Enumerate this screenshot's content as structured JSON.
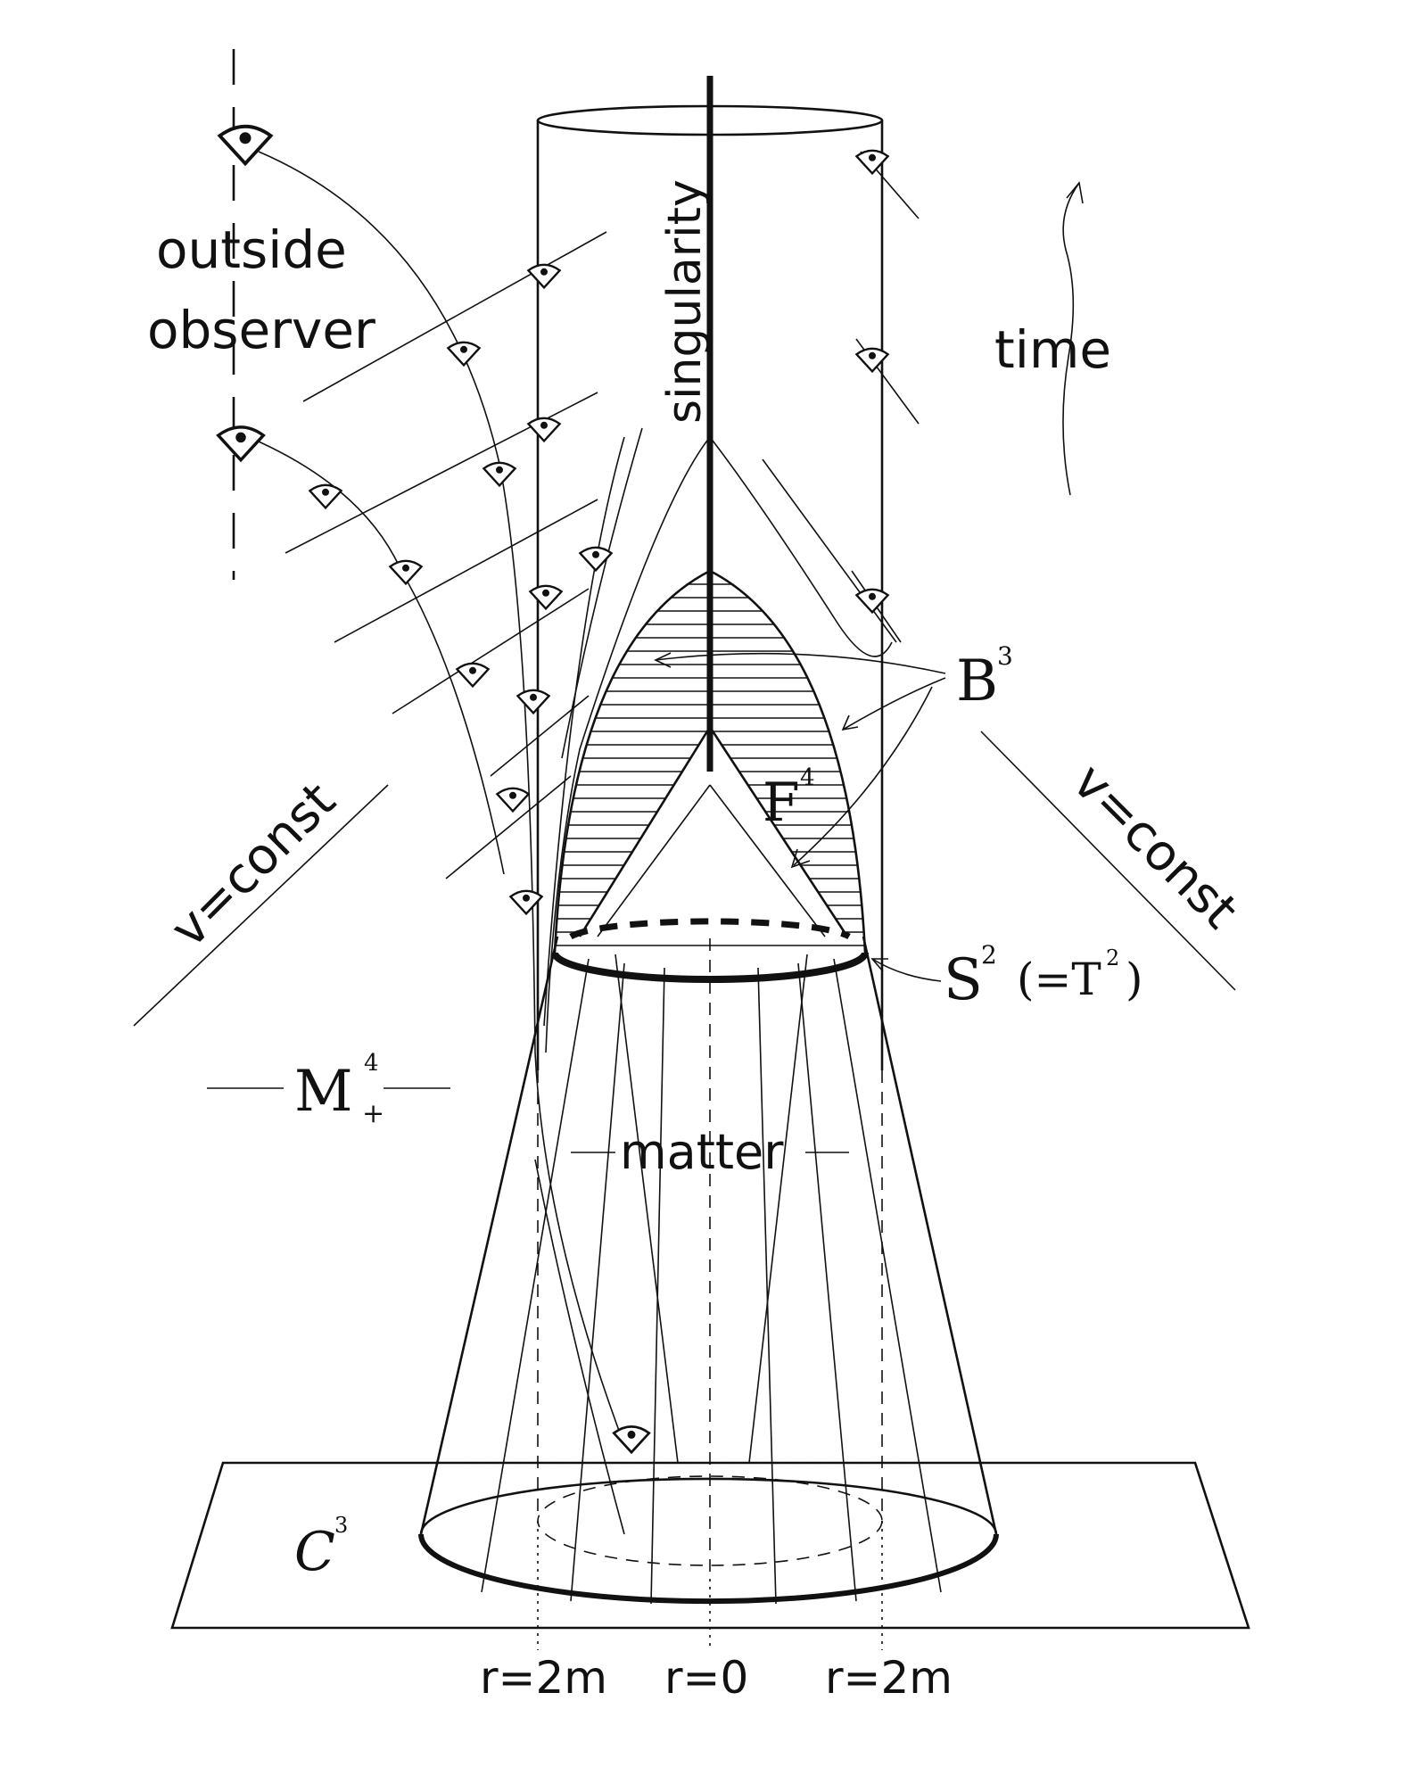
{
  "labels": {
    "outside": "outside",
    "observer": "observer",
    "singularity": "singularity",
    "time": "time",
    "b3": "B",
    "b3_sup": "3",
    "f4": "F",
    "f4_sup": "4",
    "v_const_left": "v=const",
    "v_const_right": "v=const",
    "s2": "S",
    "s2_sup": "2",
    "t2_paren": "(=T",
    "t2_sup": "2",
    "t2_close": ")",
    "m4": "M",
    "m4_sup": "4",
    "m4_sub": "+",
    "matter": "matter",
    "c3": "C",
    "c3_sup": "3",
    "r_left": "r=2m",
    "r_center": "r=0",
    "r_right": "r=2m"
  },
  "icons": {
    "observer_eye": "eye-icon"
  },
  "colors": {
    "ink": "#111111",
    "paper": "#ffffff"
  }
}
